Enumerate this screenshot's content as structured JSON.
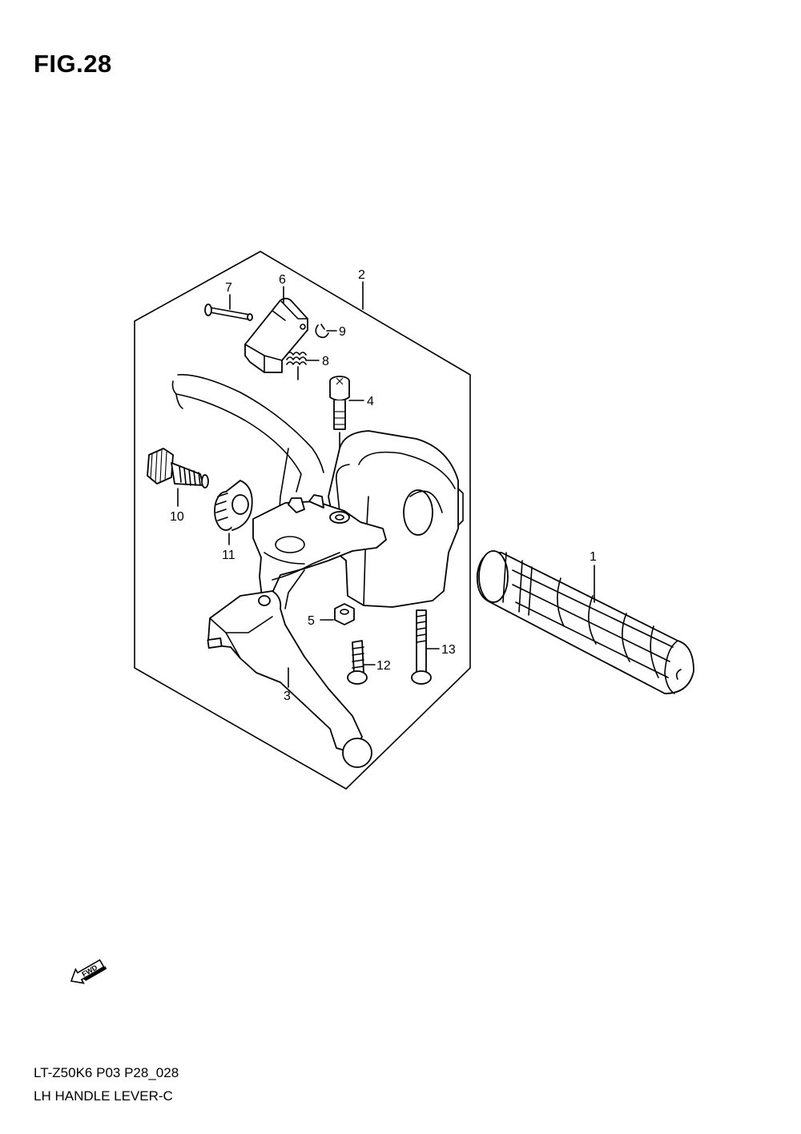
{
  "figure": {
    "title": "FIG.28"
  },
  "callouts": {
    "c1": "1",
    "c2": "2",
    "c3": "3",
    "c4": "4",
    "c5": "5",
    "c6": "6",
    "c7": "7",
    "c8": "8",
    "c9": "9",
    "c10": "10",
    "c11": "11",
    "c12": "12",
    "c13": "13"
  },
  "fwd_label": "FWD",
  "footer": {
    "model_code": "LT-Z50K6 P03 P28_028",
    "assembly_name": "LH HANDLE LEVER-C"
  }
}
